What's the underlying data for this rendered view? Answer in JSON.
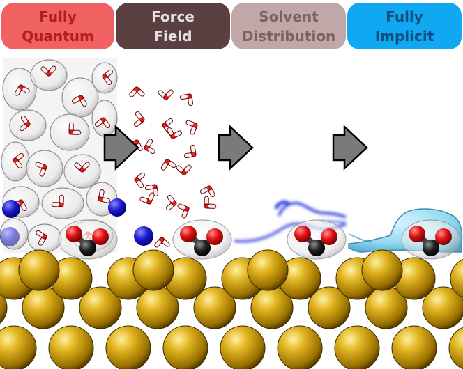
{
  "stages": [
    {
      "label": "Fully\nQuantum",
      "bg": "#f06161",
      "fg": "#b02020"
    },
    {
      "label": "Force\nField",
      "bg": "#5a4040",
      "fg": "#e8e0e0"
    },
    {
      "label": "Solvent\nDistribution",
      "bg": "#c0a8a8",
      "fg": "#806060"
    },
    {
      "label": "Fully\nImplicit",
      "bg": "#10a8f0",
      "fg": "#105080"
    }
  ],
  "colors": {
    "gold": "#d8a820",
    "gold_dark": "#5a4000",
    "oxygen": "#d81818",
    "carbon": "#202020",
    "hydrogen": "#f2f2f2",
    "ion": "#1a1acc",
    "arrow": "#7a7a7a",
    "solvent_line": "#2a3ae0",
    "implicit_surface": "#8ad8f0"
  }
}
